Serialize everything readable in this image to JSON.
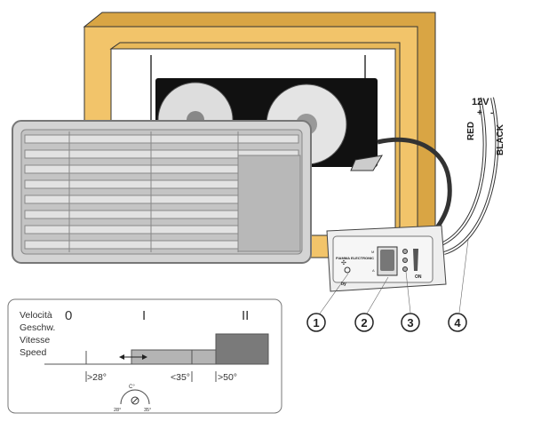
{
  "wiring": {
    "voltage": "12V",
    "plus": "+",
    "minus": "-",
    "red": "RED",
    "black": "BLACK"
  },
  "control_panel": {
    "brand": "FIAMMA ELECTRONIC",
    "by": "by",
    "switch_m": "M",
    "switch_a": "A",
    "on": "ON"
  },
  "callouts": [
    "1",
    "2",
    "3",
    "4"
  ],
  "speed_chart": {
    "labels": [
      "Velocità",
      "Geschw.",
      "Vitesse",
      "Speed"
    ],
    "levels": [
      "0",
      "I",
      "II"
    ],
    "thresholds": [
      ">28°",
      "<35°",
      ">50°"
    ],
    "dial": {
      "unit": "C°",
      "min": "28°",
      "max": "35°"
    }
  },
  "colors": {
    "wood": "#f2c46a",
    "wood_dark": "#d9a544",
    "grille": "#c9c9c9",
    "fan_box": "#111111",
    "bar_light": "#b4b4b4",
    "bar_dark": "#7a7a7a"
  }
}
